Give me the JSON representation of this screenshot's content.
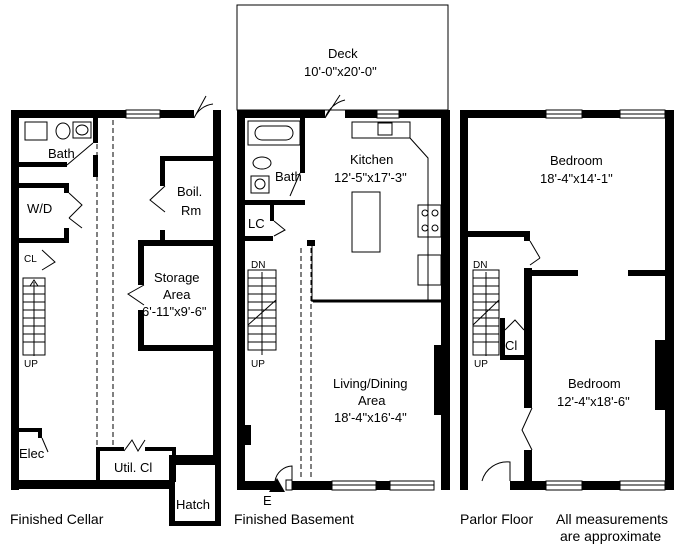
{
  "floors": {
    "cellar": {
      "caption": "Finished Cellar",
      "rooms": {
        "bath": "Bath",
        "wd": "W/D",
        "boiler_line1": "Boil.",
        "boiler_line2": "Rm",
        "storage_line1": "Storage",
        "storage_line2": "Area",
        "storage_dims": "6'-11\"x9'-6\"",
        "elec": "Elec",
        "util": "Util. Cl",
        "hatch": "Hatch",
        "cl": "CL",
        "up": "UP"
      }
    },
    "basement": {
      "caption": "Finished Basement",
      "rooms": {
        "deck": "Deck",
        "deck_dims": "10'-0\"x20'-0\"",
        "kitchen": "Kitchen",
        "kitchen_dims": "12'-5\"x17'-3\"",
        "bath": "Bath",
        "lc": "LC",
        "dn": "DN",
        "up": "UP",
        "living_line1": "Living/Dining",
        "living_line2": "Area",
        "living_dims": "18'-4\"x16'-4\"",
        "entrance": "E"
      }
    },
    "parlor": {
      "caption": "Parlor Floor",
      "rooms": {
        "bedroom_top": "Bedroom",
        "bedroom_top_dims": "18'-4\"x14'-1\"",
        "bedroom_bottom": "Bedroom",
        "bedroom_bottom_dims": "12'-4\"x18'-6\"",
        "dn": "DN",
        "up": "UP",
        "cl": "Cl"
      }
    }
  },
  "note_line1": "All measurements",
  "note_line2": "are approximate"
}
